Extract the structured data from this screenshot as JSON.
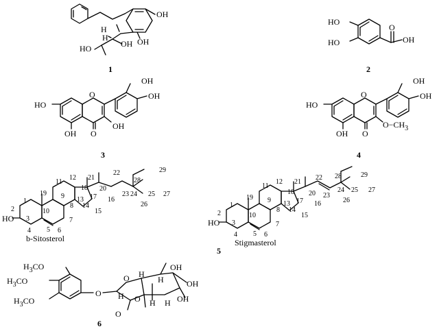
{
  "compounds": [
    {
      "number": "1"
    },
    {
      "number": "2"
    },
    {
      "number": "3"
    },
    {
      "number": "4"
    },
    {
      "number": "5",
      "names": [
        "b-Sitosterol",
        "Stigmasterol"
      ]
    },
    {
      "number": "6"
    }
  ],
  "labels": {
    "oh": "OH",
    "ho": "HO",
    "o": "O",
    "h": "H",
    "och3": "O−CH",
    "h3co": "H",
    "sub3": "3",
    "co": "CO"
  },
  "steroid_numbers": [
    "1",
    "2",
    "3",
    "4",
    "5",
    "6",
    "7",
    "8",
    "9",
    "10",
    "11",
    "12",
    "13",
    "14",
    "15",
    "16",
    "17",
    "18",
    "19",
    "20",
    "21",
    "22",
    "23",
    "24",
    "25",
    "26",
    "27",
    "28",
    "29"
  ]
}
